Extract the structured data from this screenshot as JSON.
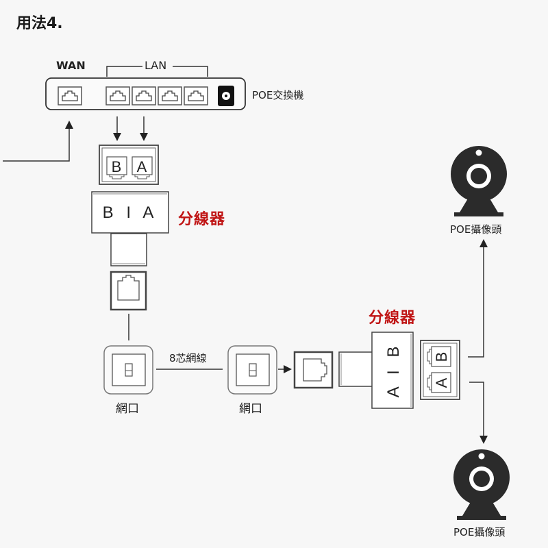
{
  "title": "用法4.",
  "switch": {
    "wan_label": "WAN",
    "lan_label": "LAN",
    "name": "POE交換機"
  },
  "splitter_top": {
    "port_labels": [
      "B",
      "A"
    ],
    "body_label": "B I A",
    "name": "分線器"
  },
  "wall_ports": {
    "cable_label": "8芯網線",
    "left_label": "網口",
    "right_label": "網口"
  },
  "splitter_right": {
    "name": "分線器",
    "body_label": "A I B",
    "port_labels": [
      "B",
      "A"
    ]
  },
  "cameras": {
    "top_label": "POE攝像頭",
    "bottom_label": "POE攝像頭"
  },
  "colors": {
    "accent_red": "#c01515",
    "line": "#333333",
    "background": "#f7f7f7"
  }
}
